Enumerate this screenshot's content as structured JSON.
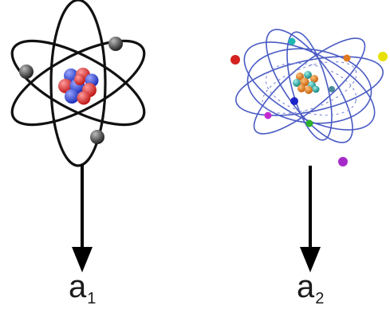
{
  "diagram": {
    "atoms": [
      {
        "label_base": "a",
        "label_subscript": "1"
      },
      {
        "label_base": "a",
        "label_subscript": "2"
      }
    ]
  },
  "colors": {
    "atom1_orbit": "#111111",
    "atom1_electron": "#3a3a3a",
    "atom1_proton": "#d9302f",
    "atom1_neutron": "#2f47d9",
    "atom2_orbit": "#4a5bc4",
    "atom2_nucleus_orange": "#e07a1f",
    "atom2_nucleus_teal": "#2aa7a0",
    "arrow": "#000000"
  },
  "icons": [
    "atom-icon-bohr",
    "atom-icon-colored",
    "down-arrow-icon"
  ]
}
